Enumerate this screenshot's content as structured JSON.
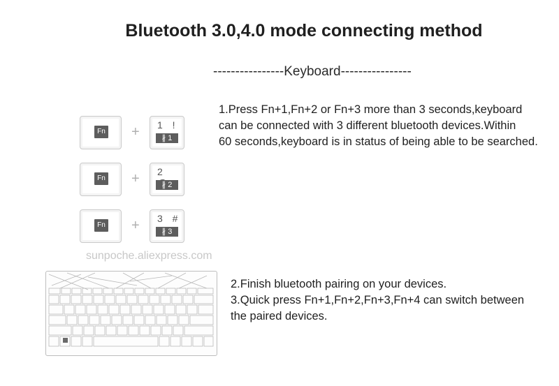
{
  "title": "Bluetooth 3.0,4.0 mode connecting method",
  "section_heading": "----------------Keyboard----------------",
  "step1_lines": [
    "1.Press Fn+1,Fn+2 or Fn+3 more than 3 seconds,keyboard",
    "can be connected with 3 different bluetooth devices.Within",
    "60 seconds,keyboard is in status of being able to be searched."
  ],
  "steps_23_lines": [
    "2.Finish bluetooth pairing on your devices.",
    "3.Quick press Fn+1,Fn+2,Fn+3,Fn+4 can switch between",
    "the paired devices."
  ],
  "combos": [
    {
      "fn_label": "Fn",
      "plus": "+",
      "num_top": "1 !",
      "num_bottom": "∦ 1"
    },
    {
      "fn_label": "Fn",
      "plus": "+",
      "num_top": "2 @",
      "num_bottom": "∦ 2"
    },
    {
      "fn_label": "Fn",
      "plus": "+",
      "num_top": "3 #",
      "num_bottom": "∦ 3"
    }
  ],
  "watermark": "sunpoche.aliexpress.com",
  "icons": {
    "keyboard_illustration": "keyboard-illustration-icon",
    "bluetooth": "bluetooth-icon"
  }
}
